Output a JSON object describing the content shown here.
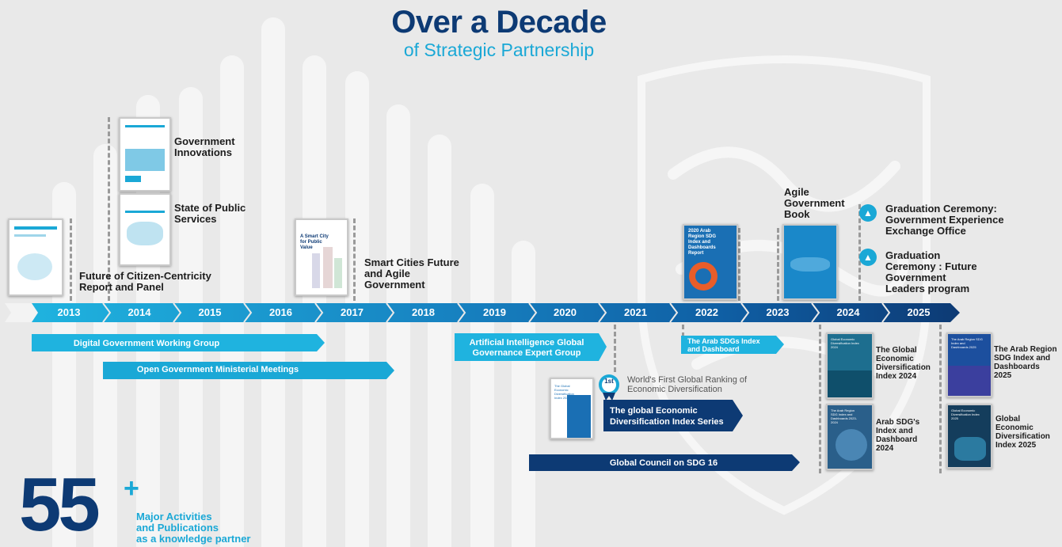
{
  "header": {
    "title": "Over a Decade",
    "subtitle": "of Strategic Partnership"
  },
  "timeline": {
    "years": [
      "2013",
      "2014",
      "2015",
      "2016",
      "2017",
      "2018",
      "2019",
      "2020",
      "2021",
      "2022",
      "2023",
      "2024",
      "2025"
    ]
  },
  "milestones": {
    "future_citizen": "Future of Citizen-Centricity Report and Panel",
    "gov_innovations": "Government Innovations",
    "state_public": "State of Public Services",
    "smart_cities": "Smart Cities Future and Agile Government",
    "agile_book": "Agile Government Book",
    "grad1": "Graduation Ceremony: Government Experience Exchange Office",
    "grad2": "Graduation Ceremony : Future Government Leaders program"
  },
  "books": {
    "smart_city_title": "A Smart City for Public Value",
    "arab_region_title": "2020 Arab Region SDG Index and Dashboards Report",
    "econ_series_title": "The Global Economic Diversification Index 2022",
    "global_econ_2024_title": "Global Economic Diversification Index 2024",
    "arab_sdg_2024_title": "The Arab Region SDG Index and Dashboards 2023-2024",
    "arab_sdg_2025_title": "The Arab Region SDG Index and Dashboards 2025",
    "global_econ_2025_title": "Global Economic Diversification Index 2025"
  },
  "arrows": {
    "digital_gov": "Digital Government Working Group",
    "open_gov": "Open Government Ministerial Meetings",
    "ai_global": "Artificial Intelligence Global Governance Expert Group",
    "arab_sdg_index": "The Arab SDGs Index and Dashboard",
    "econ_series": "The global Economic Diversification Index Series",
    "sdg16": "Global Council on SDG 16"
  },
  "badge": {
    "rank": "1st",
    "text": "World's First Global Ranking of Economic Diversification"
  },
  "pubs": {
    "global_econ_2024": "The Global Economic Diversification Index 2024",
    "arab_sdg_2024": "Arab SDG's Index and Dashboard 2024",
    "arab_sdg_2025": "The Arab Region SDG Index and Dashboards 2025",
    "global_econ_2025": "Global Economic Diversification Index 2025"
  },
  "stats": {
    "number": "55",
    "plus": "+",
    "line1": "Major Activities",
    "line2": "and Publications",
    "line3": "as a knowledge partner"
  },
  "colors": {
    "navy": "#0d3a74",
    "mid": "#0f65a6",
    "cyan": "#1aa8d6",
    "bg": "#e9e9e9"
  }
}
